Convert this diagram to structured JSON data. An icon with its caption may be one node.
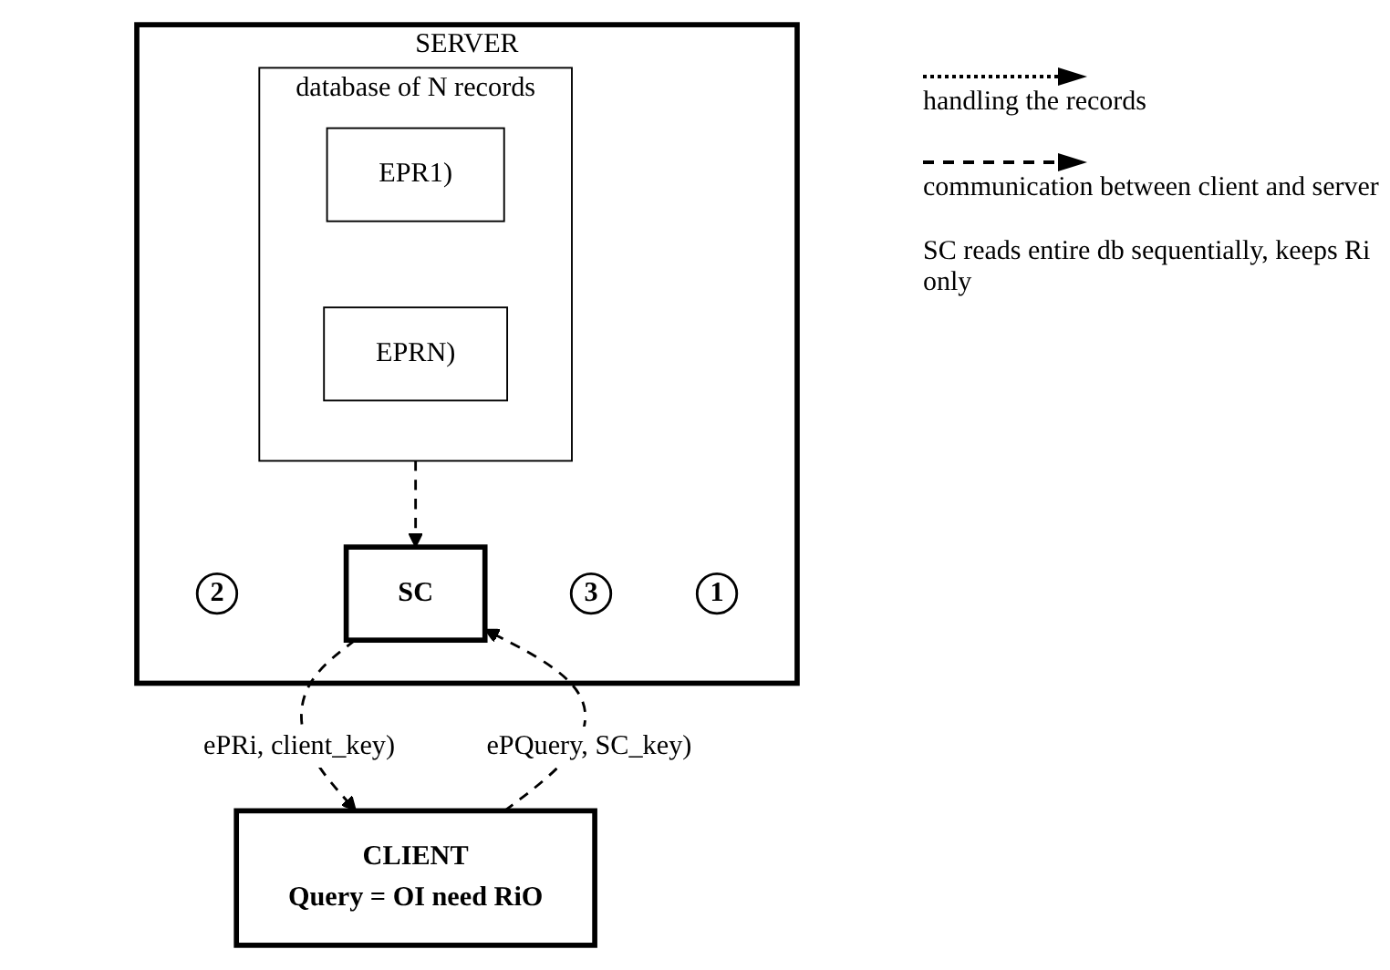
{
  "diagram": {
    "nodes": [
      {
        "text": [
          "SERVER"
        ]
      },
      {
        "text": [
          "database of N records"
        ],
        "in": 0
      },
      {
        "text": [
          "EPR1)"
        ],
        "in": 1
      },
      {
        "text": [
          "EPRN)"
        ],
        "in": 1
      },
      {
        "text": [
          "2"
        ],
        "in": 0
      },
      {
        "text": [
          "SC"
        ],
        "in": 0
      },
      {
        "text": [
          "3"
        ],
        "in": 0
      },
      {
        "text": [
          "1"
        ],
        "in": 0
      },
      {
        "text": [
          "CLIENT",
          "Query = OI need RiO"
        ]
      }
    ],
    "edges": [
      {
        "from": 1,
        "to": 5,
        "arrow": "to",
        "style": "dashed"
      },
      {
        "from": 5,
        "to": 8,
        "arrow": "to",
        "style": "dashed",
        "label": "ePRi, client_key)"
      },
      {
        "from": 8,
        "to": 5,
        "arrow": "to",
        "style": "dashed",
        "label": "ePQuery, SC_key)"
      }
    ],
    "labels": [
      "SC reads entire db sequentially, keeps Ri only"
    ],
    "legend": [
      {
        "text": "handling the records"
      },
      {
        "text": "communication between client and server"
      }
    ]
  }
}
